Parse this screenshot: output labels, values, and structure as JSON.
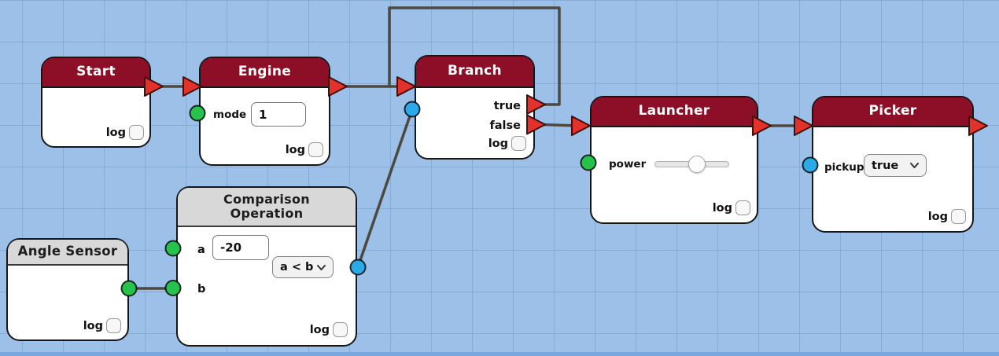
{
  "canvas": {
    "background_color": "#9CC0E8",
    "grid_line_color": "#84ABD6",
    "wire_color": "#4D4941",
    "exec_arrow_color": "#E3312B",
    "header_red": "#8D0F27",
    "header_gray": "#D8D8D8",
    "data_port_green": "#27C24D",
    "data_port_blue": "#2BAAE8"
  },
  "nodes": {
    "start": {
      "title": "Start",
      "log_label": "log",
      "log_checked": false
    },
    "engine": {
      "title": "Engine",
      "mode_label": "mode",
      "mode_value": "1",
      "log_label": "log",
      "log_checked": false
    },
    "branch": {
      "title": "Branch",
      "true_label": "true",
      "false_label": "false",
      "log_label": "log",
      "log_checked": false
    },
    "launcher": {
      "title": "Launcher",
      "power_label": "power",
      "power_slider_position": 0.57,
      "log_label": "log",
      "log_checked": false
    },
    "picker": {
      "title": "Picker",
      "pickup_label": "pickup",
      "pickup_value": "true",
      "log_label": "log",
      "log_checked": false
    },
    "comparison": {
      "title": "Comparison Operation",
      "a_label": "a",
      "a_value": "-20",
      "b_label": "b",
      "op_value": "a < b",
      "log_label": "log",
      "log_checked": false
    },
    "angle_sensor": {
      "title": "Angle Sensor",
      "log_label": "log",
      "log_checked": false
    }
  },
  "connections": [
    "Start.exec -> Engine.exec",
    "Engine.exec -> Branch.exec",
    "Branch.true -> Branch.exec (loop)",
    "Branch.false -> Launcher.exec",
    "Launcher.exec -> Picker.exec",
    "Comparison Operation.out -> Branch.condition",
    "Angle Sensor.out -> Comparison Operation.b"
  ]
}
